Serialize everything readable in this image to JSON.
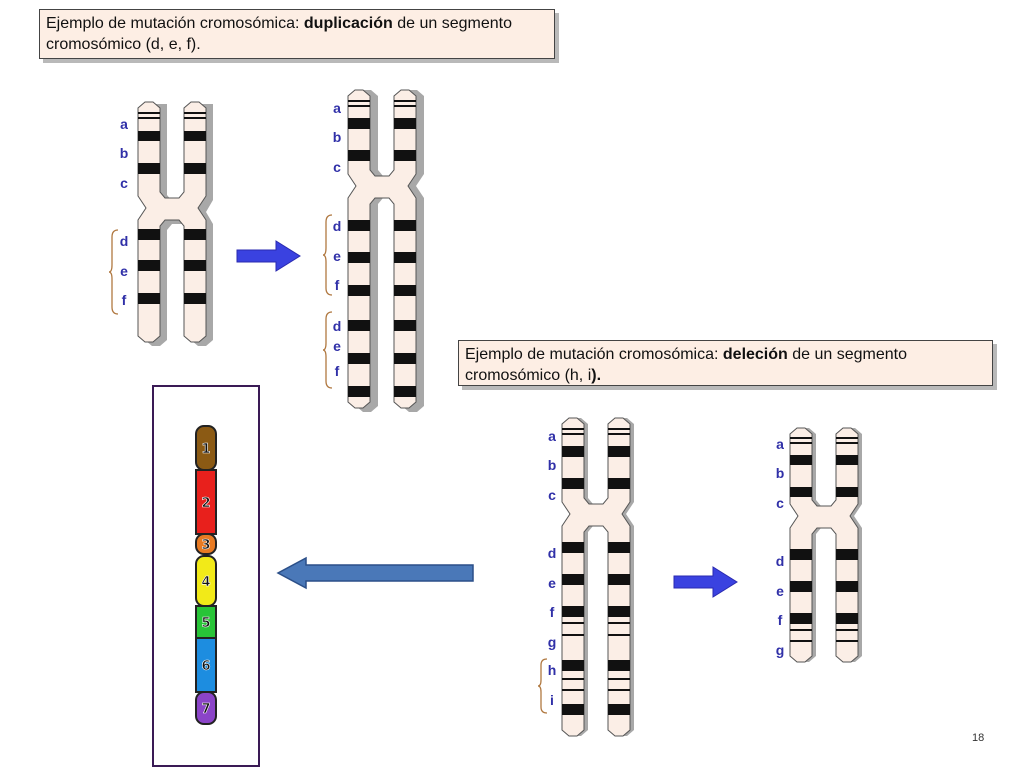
{
  "caption_dup": {
    "prefix": "Ejemplo de mutación cromosómica: ",
    "bold": "duplicación",
    "suffix_line1": " de un segmento",
    "line2_text": "cromosómico (d, e, f)."
  },
  "caption_del": {
    "prefix": "Ejemplo de mutación cromosómica: ",
    "bold": "deleción",
    "suffix_line1": " de un segmento",
    "line2_text": "cromosómico (h, i",
    "line2_bold_end": ")."
  },
  "chromosome_original": {
    "labels": [
      "a",
      "b",
      "c",
      "d",
      "e",
      "f"
    ]
  },
  "chromosome_duplicated": {
    "labels": [
      "a",
      "b",
      "c",
      "d",
      "e",
      "f",
      "d",
      "e",
      "f"
    ]
  },
  "chromosome_before_deletion": {
    "labels": [
      "a",
      "b",
      "c",
      "d",
      "e",
      "f",
      "g",
      "h",
      "i"
    ]
  },
  "chromosome_after_deletion": {
    "labels": [
      "a",
      "b",
      "c",
      "d",
      "e",
      "f",
      "g"
    ]
  },
  "segments": {
    "numbers": [
      "1",
      "2",
      "3",
      "4",
      "5",
      "6",
      "7"
    ],
    "colors": [
      "#8b5a14",
      "#e8201c",
      "#e87a22",
      "#f2ea18",
      "#28c437",
      "#1d8de0",
      "#8b44c8"
    ]
  },
  "arrow_colors": {
    "blue": "#3a42e0",
    "large": "#4a78b8"
  },
  "page_number": "18"
}
